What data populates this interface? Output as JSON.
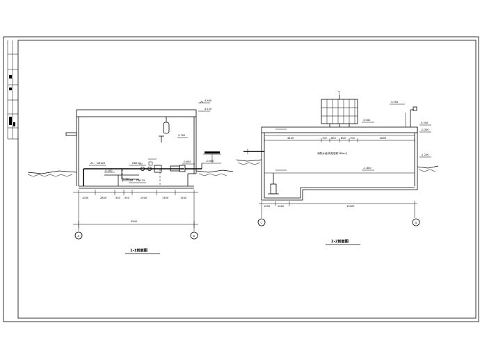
{
  "section_1": {
    "title": "1-1剖面图",
    "axis_left": "A",
    "axis_right": "B",
    "dims_bottom": [
      "1000",
      "2800",
      "500",
      "500",
      "2000",
      "1300",
      "1500"
    ],
    "dim_total": "9900",
    "pipe_labels": [
      "DN125",
      "DN125",
      "DN125"
    ],
    "elevations": [
      "4.600",
      "4.150",
      "3.700",
      "-0.100",
      "-0.450",
      "-0.600",
      "-0.950"
    ]
  },
  "section_2": {
    "title": "2-2剖面图",
    "axis_left": "C",
    "axis_right": "D",
    "dims_top": [
      "4400",
      "700",
      "800",
      "800",
      "700",
      "4800"
    ],
    "dims_bottom": [
      "1000",
      "1000",
      "10000"
    ],
    "tank_label": "消防水池(有效容积180m³)",
    "tower_mark": "T",
    "elevations": [
      "3.500",
      "3.000",
      "0.300",
      "-0.300",
      "-1.200",
      "-1.800"
    ]
  }
}
